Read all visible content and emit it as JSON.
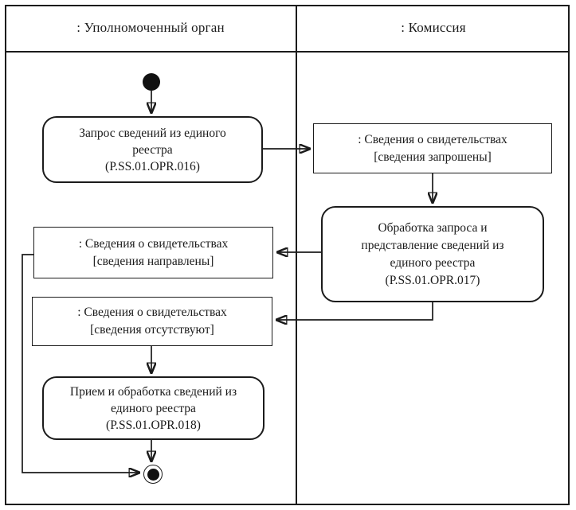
{
  "header": {
    "lane_left": ": Уполномоченный орган",
    "lane_right": ": Комиссия"
  },
  "nodes": {
    "act_016": {
      "label": "Запрос сведений из единого\nреестра\n(P.SS.01.OPR.016)"
    },
    "obj_requested": {
      "label": ": Сведения о свидетельствах\n[сведения запрошены]"
    },
    "act_017": {
      "label": "Обработка запроса и\nпредставление сведений из\nединого реестра\n(P.SS.01.OPR.017)"
    },
    "obj_sent": {
      "label": ": Сведения о свидетельствах\n[сведения направлены]"
    },
    "obj_absent": {
      "label": ": Сведения о свидетельствах\n[сведения отсутствуют]"
    },
    "act_018": {
      "label": "Прием и обработка сведений из\nединого реестра\n(P.SS.01.OPR.018)"
    }
  },
  "symbols": {
    "initial_node": "initial-state-icon",
    "final_node": "final-state-icon"
  },
  "colors": {
    "line": "#1b1b1b",
    "background": "#ffffff"
  }
}
